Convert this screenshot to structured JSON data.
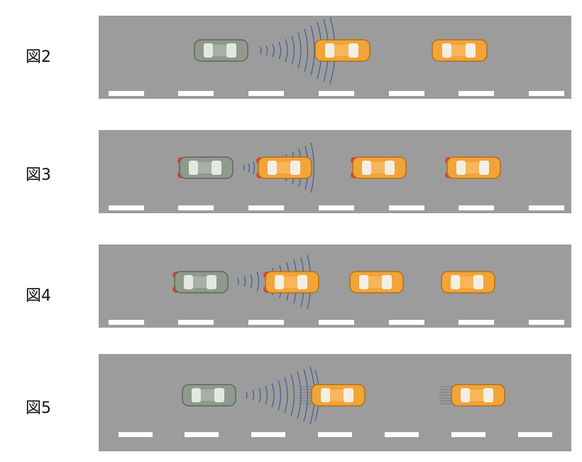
{
  "colors": {
    "road": "#9c9c9c",
    "lane_mark": "#ffffff",
    "car_gray": "#8f9a8d",
    "car_orange": "#f2a437",
    "radar_wave": "#3f5d91",
    "brake_light": "#e3311b"
  },
  "panels": [
    {
      "label": "図2",
      "cars": [
        {
          "color": "gray",
          "brake": false
        },
        {
          "color": "orange",
          "brake": false
        },
        {
          "color": "orange",
          "brake": false
        }
      ],
      "radar": "gray-to-lead"
    },
    {
      "label": "図3",
      "cars": [
        {
          "color": "gray",
          "brake": true
        },
        {
          "color": "orange",
          "brake": true
        },
        {
          "color": "orange",
          "brake": true
        },
        {
          "color": "orange",
          "brake": true
        }
      ],
      "radar": "gray-to-lead-and-lead-forward"
    },
    {
      "label": "図4",
      "cars": [
        {
          "color": "gray",
          "brake": true
        },
        {
          "color": "orange",
          "brake": true
        },
        {
          "color": "orange",
          "brake": false
        },
        {
          "color": "orange",
          "brake": false
        }
      ],
      "radar": "gray-to-lead-and-lead-forward"
    },
    {
      "label": "図5",
      "cars": [
        {
          "color": "gray",
          "brake": false
        },
        {
          "color": "orange",
          "brake": false
        },
        {
          "color": "orange",
          "brake": false
        }
      ],
      "radar": "gray-to-lead",
      "motion_lines": true
    }
  ]
}
